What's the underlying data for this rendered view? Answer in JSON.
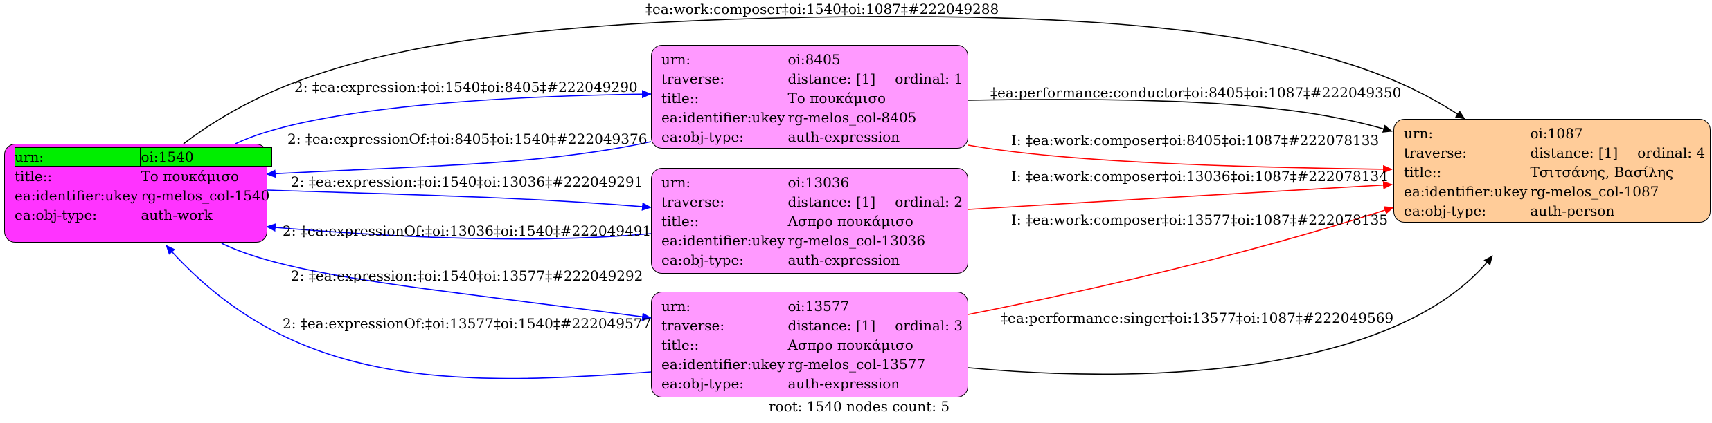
{
  "colors": {
    "root_fill": "#ff33ff",
    "expression_fill": "#ff99ff",
    "person_fill": "#ffcc99",
    "highlight": "#00ee00",
    "edge_blue": "#0000ff",
    "edge_red": "#ff0000",
    "edge_black": "#000000"
  },
  "nodes": {
    "root": {
      "urn_key": "urn:",
      "urn": "oi:1540",
      "title_key": "title::",
      "title": "Το πουκάμισο",
      "ukey_key": "ea:identifier:ukey",
      "ukey": "rg-melos_col-1540",
      "type_key": "ea:obj-type:",
      "type": "auth-work"
    },
    "expr1": {
      "urn_key": "urn:",
      "urn": "oi:8405",
      "traverse_key": "traverse:",
      "distance": "distance: [1]",
      "ordinal": "ordinal: 1",
      "title_key": "title::",
      "title": "Το πουκάμισο",
      "ukey_key": "ea:identifier:ukey",
      "ukey": "rg-melos_col-8405",
      "type_key": "ea:obj-type:",
      "type": "auth-expression"
    },
    "expr2": {
      "urn_key": "urn:",
      "urn": "oi:13036",
      "traverse_key": "traverse:",
      "distance": "distance: [1]",
      "ordinal": "ordinal: 2",
      "title_key": "title::",
      "title": "Ασπρο πουκάμισο",
      "ukey_key": "ea:identifier:ukey",
      "ukey": "rg-melos_col-13036",
      "type_key": "ea:obj-type:",
      "type": "auth-expression"
    },
    "expr3": {
      "urn_key": "urn:",
      "urn": "oi:13577",
      "traverse_key": "traverse:",
      "distance": "distance: [1]",
      "ordinal": "ordinal: 3",
      "title_key": "title::",
      "title": "Ασπρο πουκάμισο",
      "ukey_key": "ea:identifier:ukey",
      "ukey": "rg-melos_col-13577",
      "type_key": "ea:obj-type:",
      "type": "auth-expression"
    },
    "person": {
      "urn_key": "urn:",
      "urn": "oi:1087",
      "traverse_key": "traverse:",
      "distance": "distance: [1]",
      "ordinal": "ordinal: 4",
      "title_key": "title::",
      "title": "Τσιτσάνης, Βασίλης",
      "ukey_key": "ea:identifier:ukey",
      "ukey": "rg-melos_col-1087",
      "type_key": "ea:obj-type:",
      "type": "auth-person"
    }
  },
  "edges": {
    "work_composer": "‡ea:work:composer‡oi:1540‡oi:1087‡#222049288",
    "expression_8405": "2: ‡ea:expression:‡oi:1540‡oi:8405‡#222049290",
    "expression_of_8405": "2: ‡ea:expressionOf:‡oi:8405‡oi:1540‡#222049376",
    "expression_13036": "2: ‡ea:expression:‡oi:1540‡oi:13036‡#222049291",
    "expression_of_13036": "2: ‡ea:expressionOf:‡oi:13036‡oi:1540‡#222049491",
    "expression_13577": "2: ‡ea:expression:‡oi:1540‡oi:13577‡#222049292",
    "expression_of_13577": "2: ‡ea:expressionOf:‡oi:13577‡oi:1540‡#222049577",
    "conductor_8405": "‡ea:performance:conductor‡oi:8405‡oi:1087‡#222049350",
    "composer_8405": "I: ‡ea:work:composer‡oi:8405‡oi:1087‡#222078133",
    "composer_13036": "I: ‡ea:work:composer‡oi:13036‡oi:1087‡#222078134",
    "composer_13577": "I: ‡ea:work:composer‡oi:13577‡oi:1087‡#222078135",
    "singer_13577": "‡ea:performance:singer‡oi:13577‡oi:1087‡#222049569"
  },
  "footer": "root: 1540 nodes count: 5"
}
